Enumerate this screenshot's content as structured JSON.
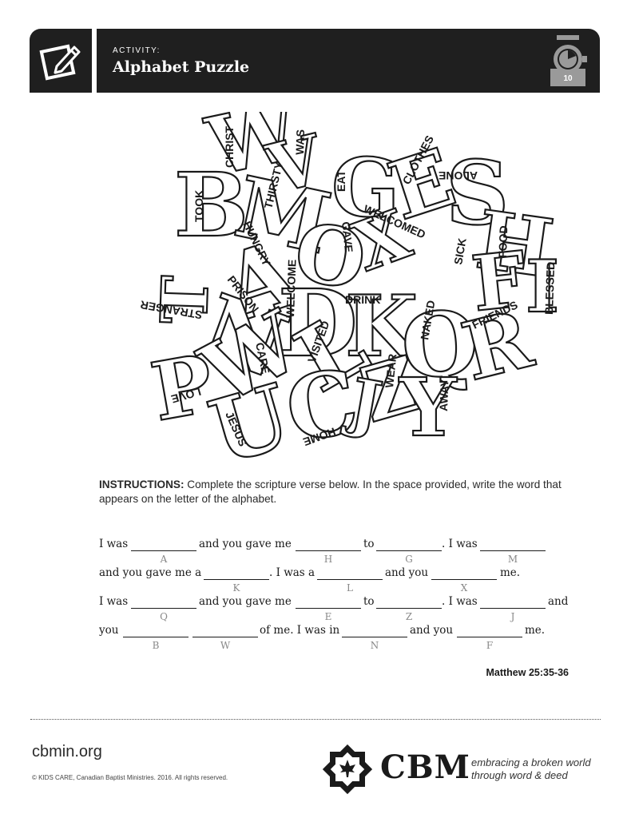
{
  "header": {
    "eyebrow": "ACTIVITY:",
    "title": "Alphabet Puzzle",
    "timer_minutes": "10",
    "icon": "pencil-paper-icon",
    "timer_icon": "stopwatch-icon"
  },
  "puzzle_words": [
    "CHRIST",
    "WAS",
    "THIRSTY",
    "TOOK",
    "EAT",
    "CLOTHES",
    "ALONE",
    "WELCOMED",
    "GAVE",
    "HUNGRY",
    "SICK",
    "FOOD",
    "STRANGER",
    "PRISON",
    "WELCOME",
    "DRINK",
    "NAKED",
    "FRIENDS",
    "BLESSED",
    "CARE",
    "VISITED",
    "WEAR",
    "LOVE",
    "AWAY",
    "HOME",
    "JESUS"
  ],
  "instructions": {
    "label": "INSTRUCTIONS:",
    "text": " Complete the scripture verse below. In the space provided, write the word that appears on the letter of the alphabet."
  },
  "verse": {
    "line1": {
      "t1": "I was",
      "t2": "and you gave me",
      "t3": "to",
      "t4": ". I was",
      "h1": "A",
      "h2": "H",
      "h3": "G",
      "h4": "M"
    },
    "line2": {
      "t1": "and you gave me a",
      "t2": ". I was a",
      "t3": "and you",
      "t4": "me.",
      "h1": "K",
      "h2": "L",
      "h3": "X"
    },
    "line3": {
      "t1": "I was",
      "t2": "and you gave me",
      "t3": "to",
      "t4": ". I was",
      "t5": "and",
      "h1": "Q",
      "h2": "E",
      "h3": "Z",
      "h4": "J"
    },
    "line4": {
      "t1": "you",
      "t2": "of me. I was in",
      "t3": "and you",
      "t4": "me.",
      "h1": "B",
      "h2": "W",
      "h3": "N",
      "h4": "F"
    }
  },
  "reference": "Matthew 25:35-36",
  "footer": {
    "website": "cbmin.org",
    "copyright": "© KIDS CARE, Canadian Baptist Ministries. 2016. All rights reserved.",
    "brand": "CBM",
    "tagline_1": "embracing a broken world",
    "tagline_2": "through word & deed"
  }
}
